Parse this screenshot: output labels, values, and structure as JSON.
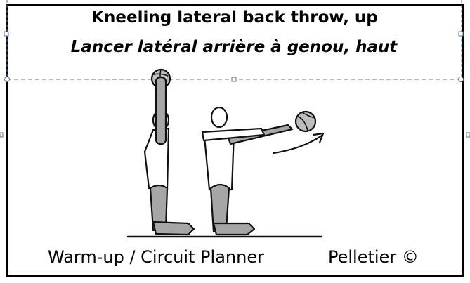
{
  "title": {
    "english": "Kneeling lateral back throw, up",
    "french": "Lancer latéral arrière à genou, haut"
  },
  "footer": {
    "left": "Warm-up / Circuit Planner",
    "right": "Pelletier ©"
  },
  "colors": {
    "limb_fill": "#a6a6a6",
    "selection": "#5b7699"
  }
}
